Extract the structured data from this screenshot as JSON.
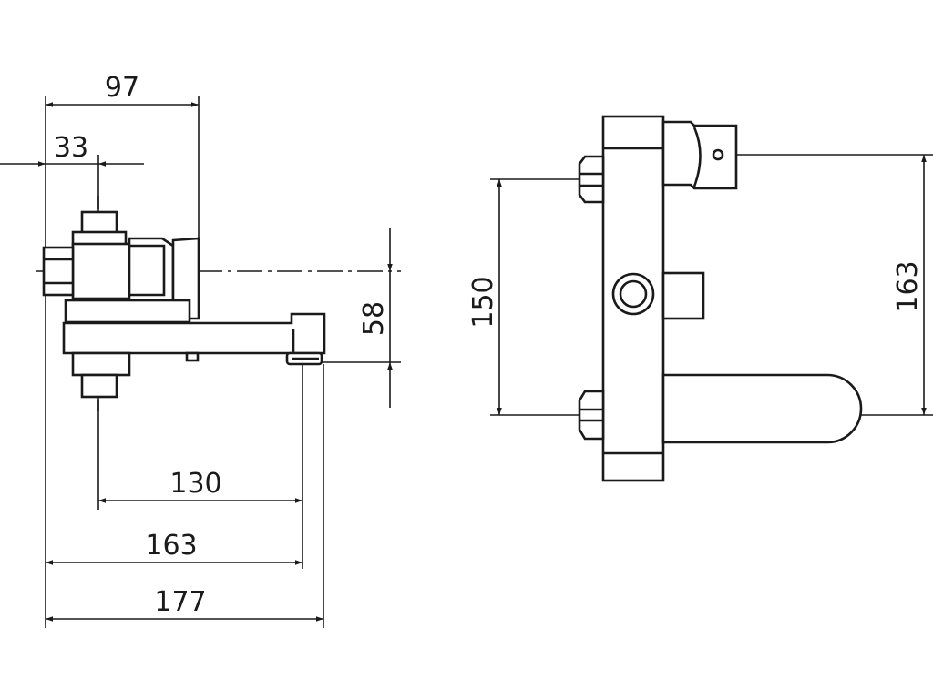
{
  "side_view": {
    "dim_overall_depth": "97",
    "dim_inlet_offset": "33",
    "dim_spout_height": "58",
    "dim_spout_reach_axis": "130",
    "dim_spout_reach": "163",
    "dim_total_length": "177"
  },
  "front_view": {
    "dim_inlet_centers": "150",
    "dim_total_height": "163"
  },
  "colors": {
    "line": "#1a1a1a",
    "background": "#ffffff"
  }
}
